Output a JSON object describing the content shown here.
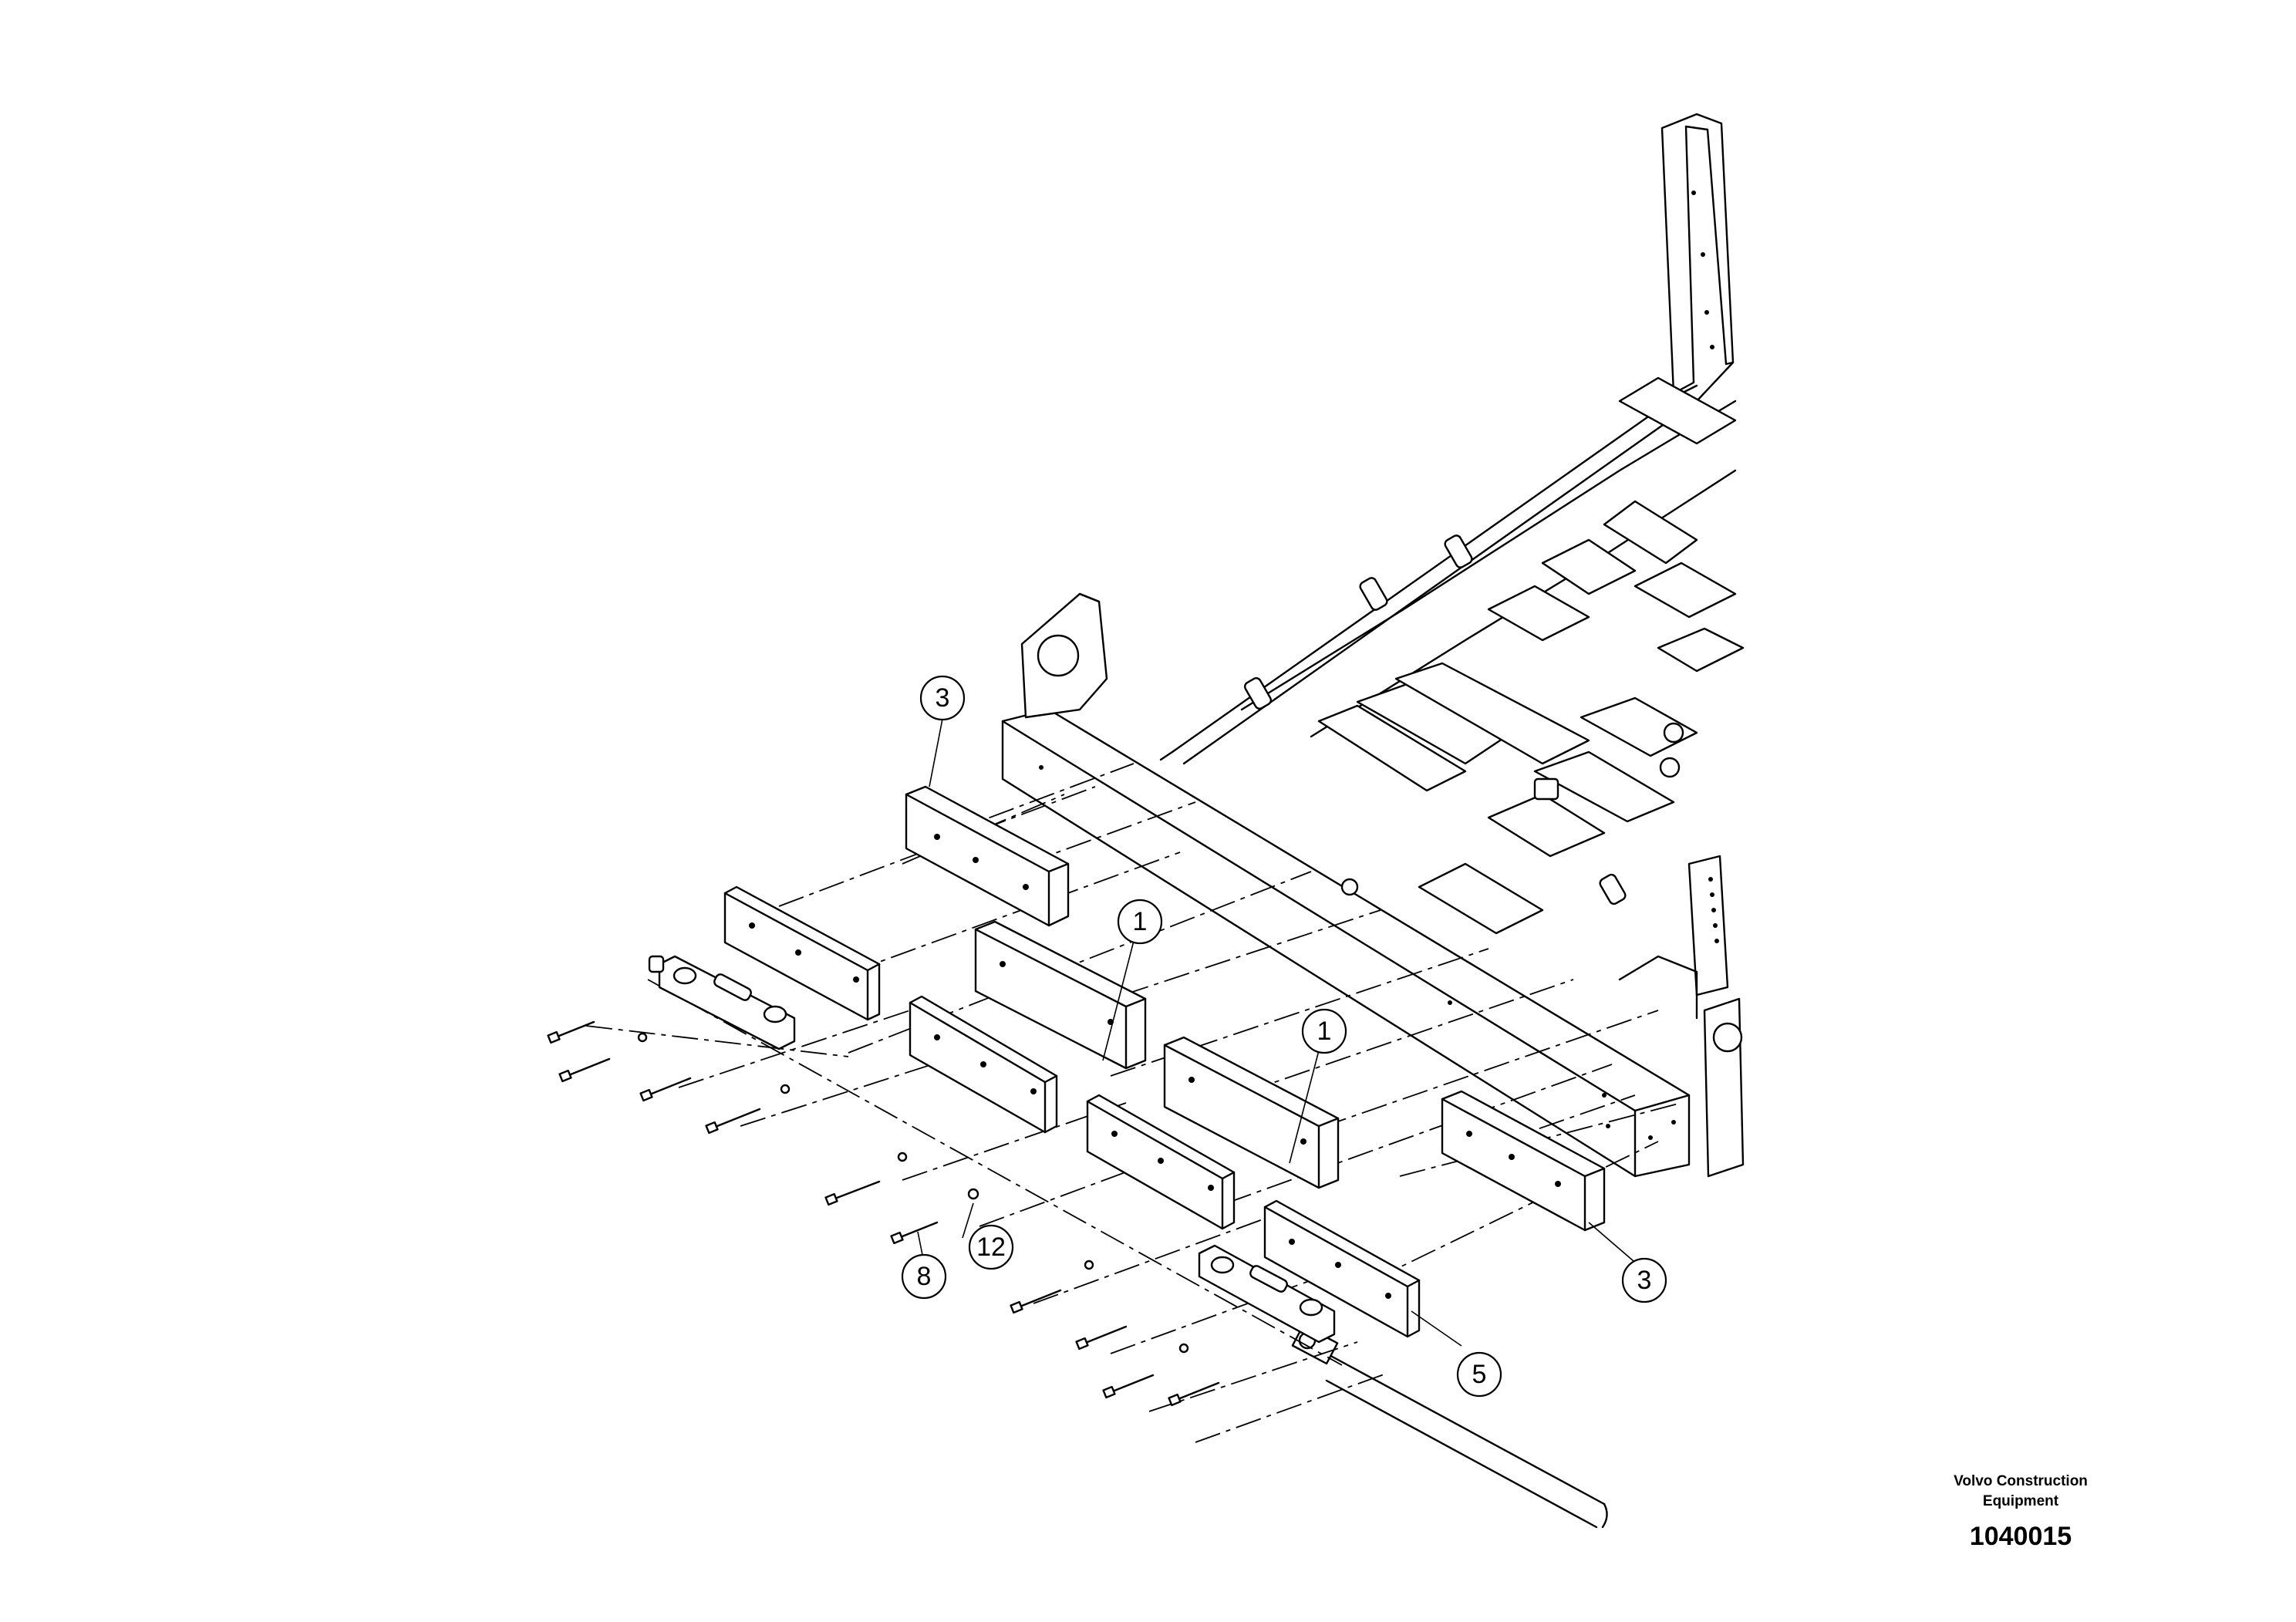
{
  "callouts": [
    {
      "label": "3"
    },
    {
      "label": "1"
    },
    {
      "label": "1"
    },
    {
      "label": "12"
    },
    {
      "label": "8"
    },
    {
      "label": "3"
    },
    {
      "label": "5"
    }
  ],
  "footer": {
    "company_line1": "Volvo Construction",
    "company_line2": "Equipment",
    "drawing_number": "1040015"
  }
}
